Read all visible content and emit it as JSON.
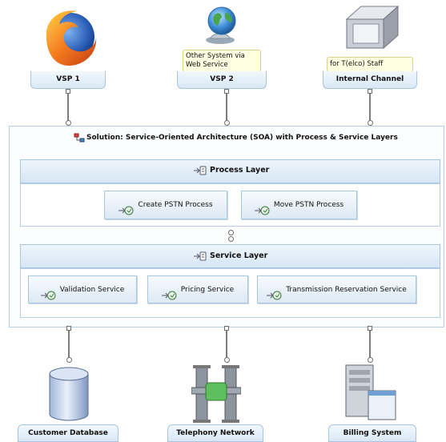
{
  "top_nodes": [
    {
      "name": "VSP 1",
      "icon": "firefox-icon"
    },
    {
      "name": "VSP 2",
      "icon": "globe-icon",
      "note": "Other System via Web Service"
    },
    {
      "name": "Internal Channel",
      "icon": "channel-icon",
      "note": "for T(elco) Staff"
    }
  ],
  "solution": {
    "title": "Solution: Service-Oriented Architecture (SOA) with Process & Service Layers",
    "process_layer": {
      "title": "Process Layer",
      "items": [
        "Create PSTN Process",
        "Move PSTN Process"
      ]
    },
    "service_layer": {
      "title": "Service Layer",
      "items": [
        "Validation Service",
        "Pricing Service",
        "Transmission Reservation Service"
      ]
    }
  },
  "bottom_nodes": [
    {
      "name": "Customer Database",
      "icon": "database-icon"
    },
    {
      "name": "Telephony Network",
      "icon": "network-switch-icon"
    },
    {
      "name": "Billing System",
      "icon": "server-icon"
    }
  ],
  "colors": {
    "frame_border": "#b6cde3",
    "tab_fill": "#d9e8f5",
    "note_fill": "#ffffe1",
    "connector": "#7d7d7d"
  }
}
